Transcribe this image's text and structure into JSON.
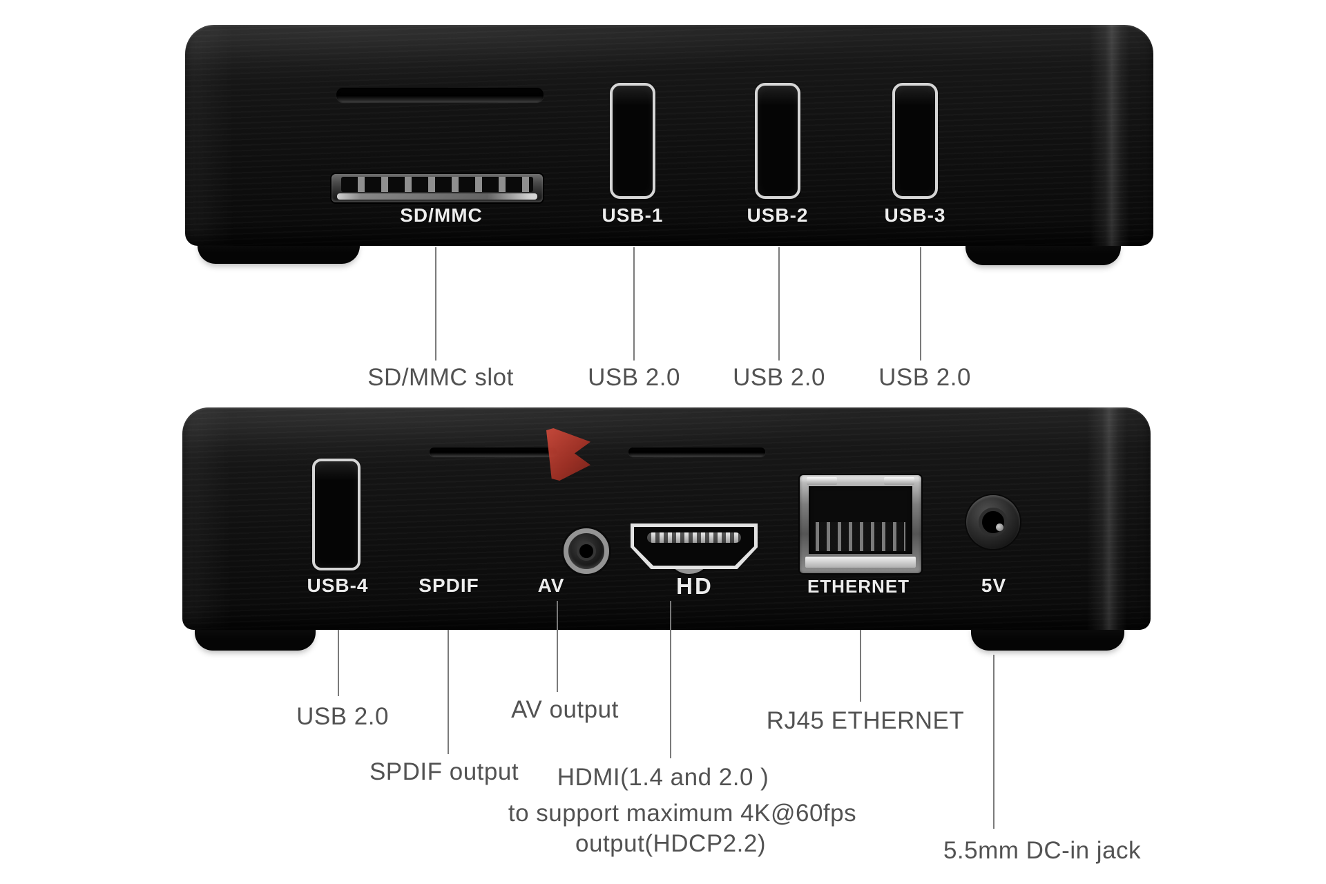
{
  "colors": {
    "background": "#ffffff",
    "device_body": "#101010",
    "printed_text": "#ededed",
    "annotation_text": "#525252",
    "callout_line": "#7a7a7a",
    "watermark_red": "#a53125"
  },
  "top_view": {
    "ports": {
      "sd_printed": "SD/MMC",
      "usb1_printed": "USB-1",
      "usb2_printed": "USB-2",
      "usb3_printed": "USB-3"
    },
    "annotations": {
      "sd": "SD/MMC slot",
      "usb1": "USB 2.0",
      "usb2": "USB 2.0",
      "usb3": "USB 2.0"
    }
  },
  "rear_view": {
    "ports": {
      "usb4_printed": "USB-4",
      "spdif_printed": "SPDIF",
      "av_printed": "AV",
      "hdmi_printed": "HD",
      "ethernet_printed": "ETHERNET",
      "power_printed": "5V"
    },
    "annotations": {
      "usb4": "USB 2.0",
      "spdif": "SPDIF output",
      "av": "AV output",
      "hdmi_line1": "HDMI(1.4 and 2.0 )",
      "hdmi_line2": "to support maximum 4K@60fps",
      "hdmi_line3": "output(HDCP2.2)",
      "ethernet": "RJ45 ETHERNET",
      "power": "5.5mm DC-in jack"
    }
  }
}
